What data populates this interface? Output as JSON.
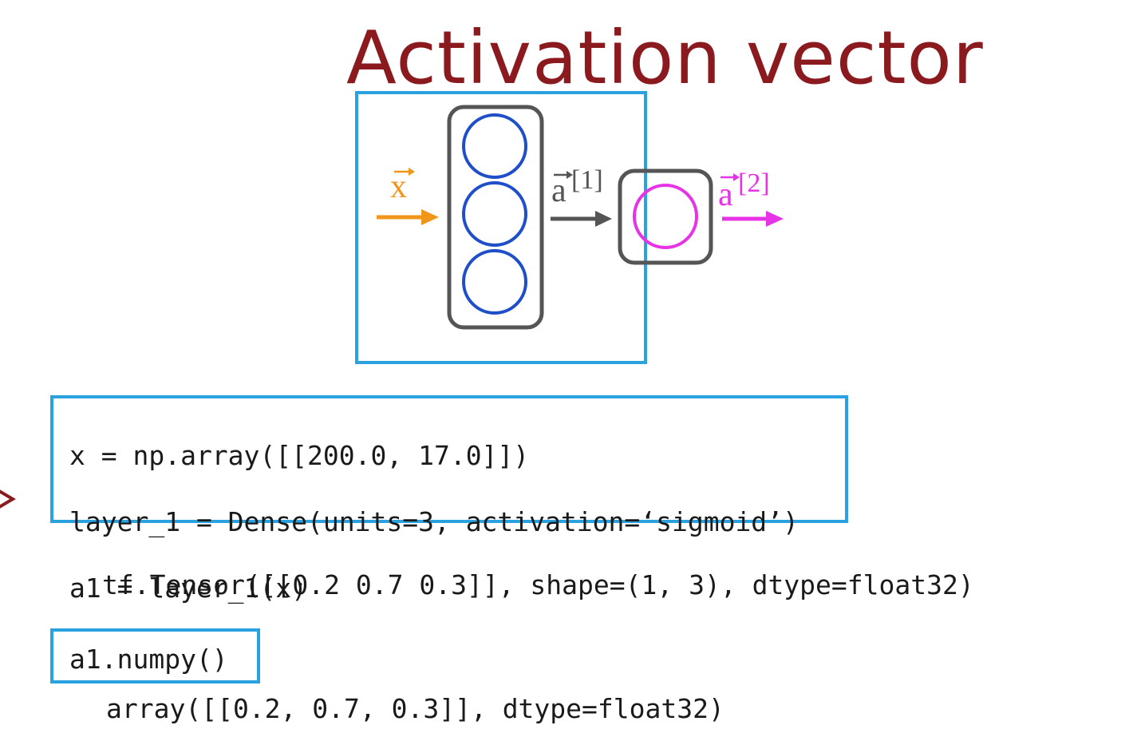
{
  "title": "Activation vector",
  "diagram": {
    "input_label": "x",
    "hidden_label": "a",
    "hidden_superscript": "[1]",
    "output_label": "a",
    "output_superscript": "[2]",
    "colors": {
      "title": "#8b1a1f",
      "input": "#f0961a",
      "hidden_arrow": "#555555",
      "neuron_blue": "#1f4fc8",
      "output_magenta": "#e633e6",
      "highlight": "#2aa2e0",
      "layer_box": "#555555"
    }
  },
  "code_block": {
    "lines": [
      "x = np.array([[200.0, 17.0]])",
      "layer_1 = Dense(units=3, activation=‘sigmoid’)",
      "a1 = layer_1(x)"
    ]
  },
  "tensor_output": "tf.Tensor([[0.2 0.7 0.3]], shape=(1, 3), dtype=float32)",
  "numpy_call": "a1.numpy()",
  "numpy_output": "array([[0.2, 0.7, 0.3]], dtype=float32)"
}
